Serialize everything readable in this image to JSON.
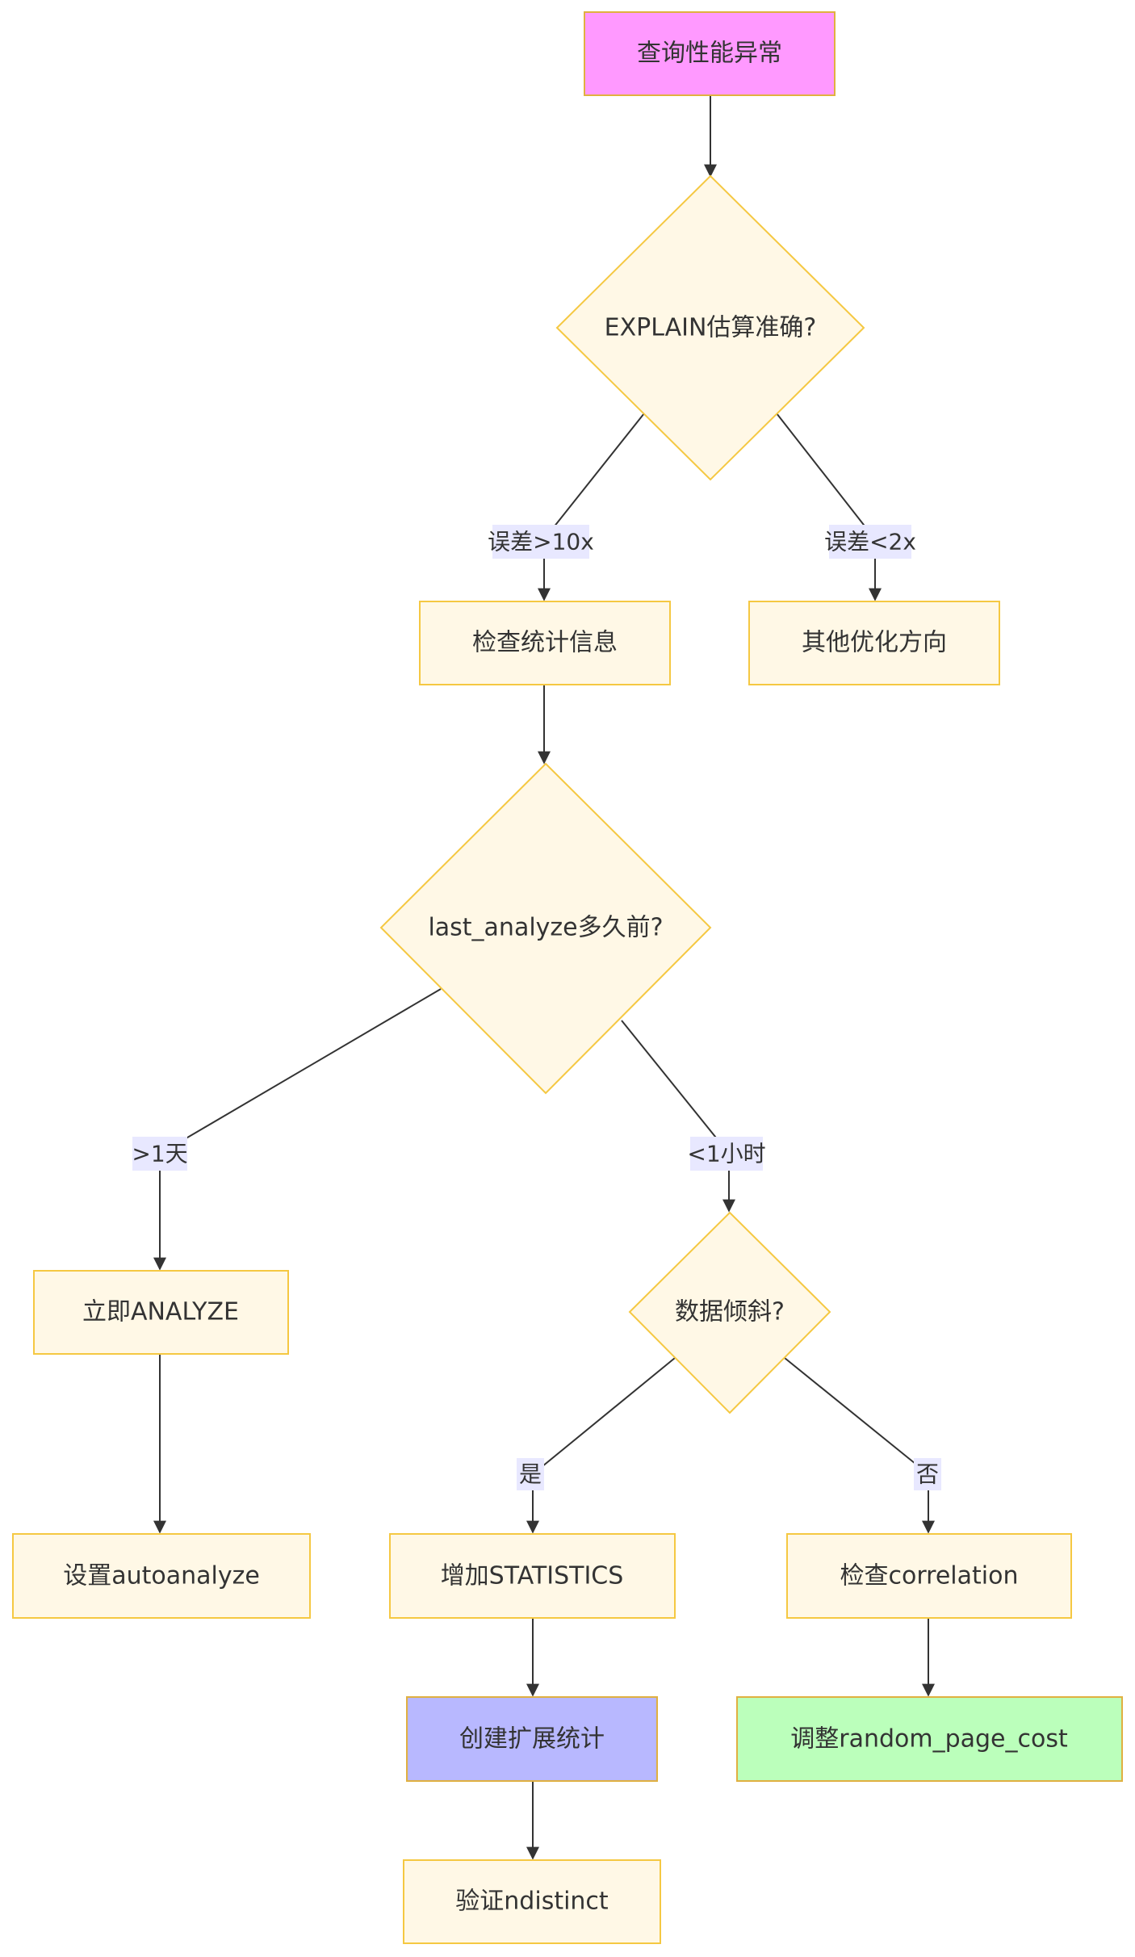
{
  "colors": {
    "default_fill": "#fff8e6",
    "default_stroke": "#f5c842",
    "start_fill": "#ff99ff",
    "start_stroke": "#e0b040",
    "extstats_fill": "#b8b8ff",
    "extstats_stroke": "#e0b040",
    "random_cost_fill": "#bbffbb",
    "random_cost_stroke": "#e0b040",
    "edge": "#333333",
    "edge_label_bg": "#e8e8ff"
  },
  "nodes": {
    "start": "查询性能异常",
    "explain": "EXPLAIN估算准确?",
    "check_stats": "检查统计信息",
    "other": "其他优化方向",
    "last_analyze": "last_analyze多久前?",
    "analyze_now": "立即ANALYZE",
    "skew": "数据倾斜?",
    "autoanalyze": "设置autoanalyze",
    "add_statistics": "增加STATISTICS",
    "check_correlation": "检查correlation",
    "ext_stats": "创建扩展统计",
    "random_cost": "调整random_page_cost",
    "ndistinct": "验证ndistinct"
  },
  "edges": {
    "err_gt10x": "误差>10x",
    "err_lt2x": "误差<2x",
    "gt_1day": ">1天",
    "lt_1hour": "<1小时",
    "yes": "是",
    "no": "否"
  }
}
